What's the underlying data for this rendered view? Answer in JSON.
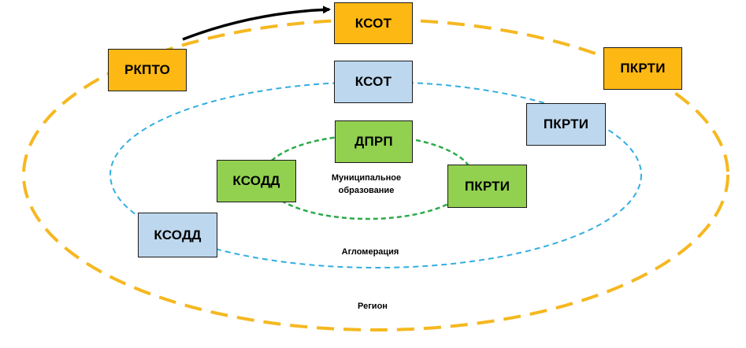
{
  "colors": {
    "region_ring": "#f5b820",
    "agglomeration_ring": "#33aee0",
    "municipal_ring": "#2eaa4a",
    "orange_box": "#fdb813",
    "blue_box": "#bdd7ee",
    "green_box": "#92d050",
    "arrow": "#000000"
  },
  "region": {
    "label": "Регион",
    "nodes": {
      "rkpto": "РКПТО",
      "ksot": "КСОТ",
      "pkrti": "ПКРТИ"
    }
  },
  "agglomeration": {
    "label": "Агломерация",
    "nodes": {
      "ksot": "КСОТ",
      "pkrti": "ПКРТИ",
      "ksodd": "КСОДД"
    }
  },
  "municipal": {
    "label_line1": "Муниципальное",
    "label_line2": "образование",
    "nodes": {
      "dprp": "ДПРП",
      "ksodd": "КСОДД",
      "pkrti": "ПКРТИ"
    }
  }
}
